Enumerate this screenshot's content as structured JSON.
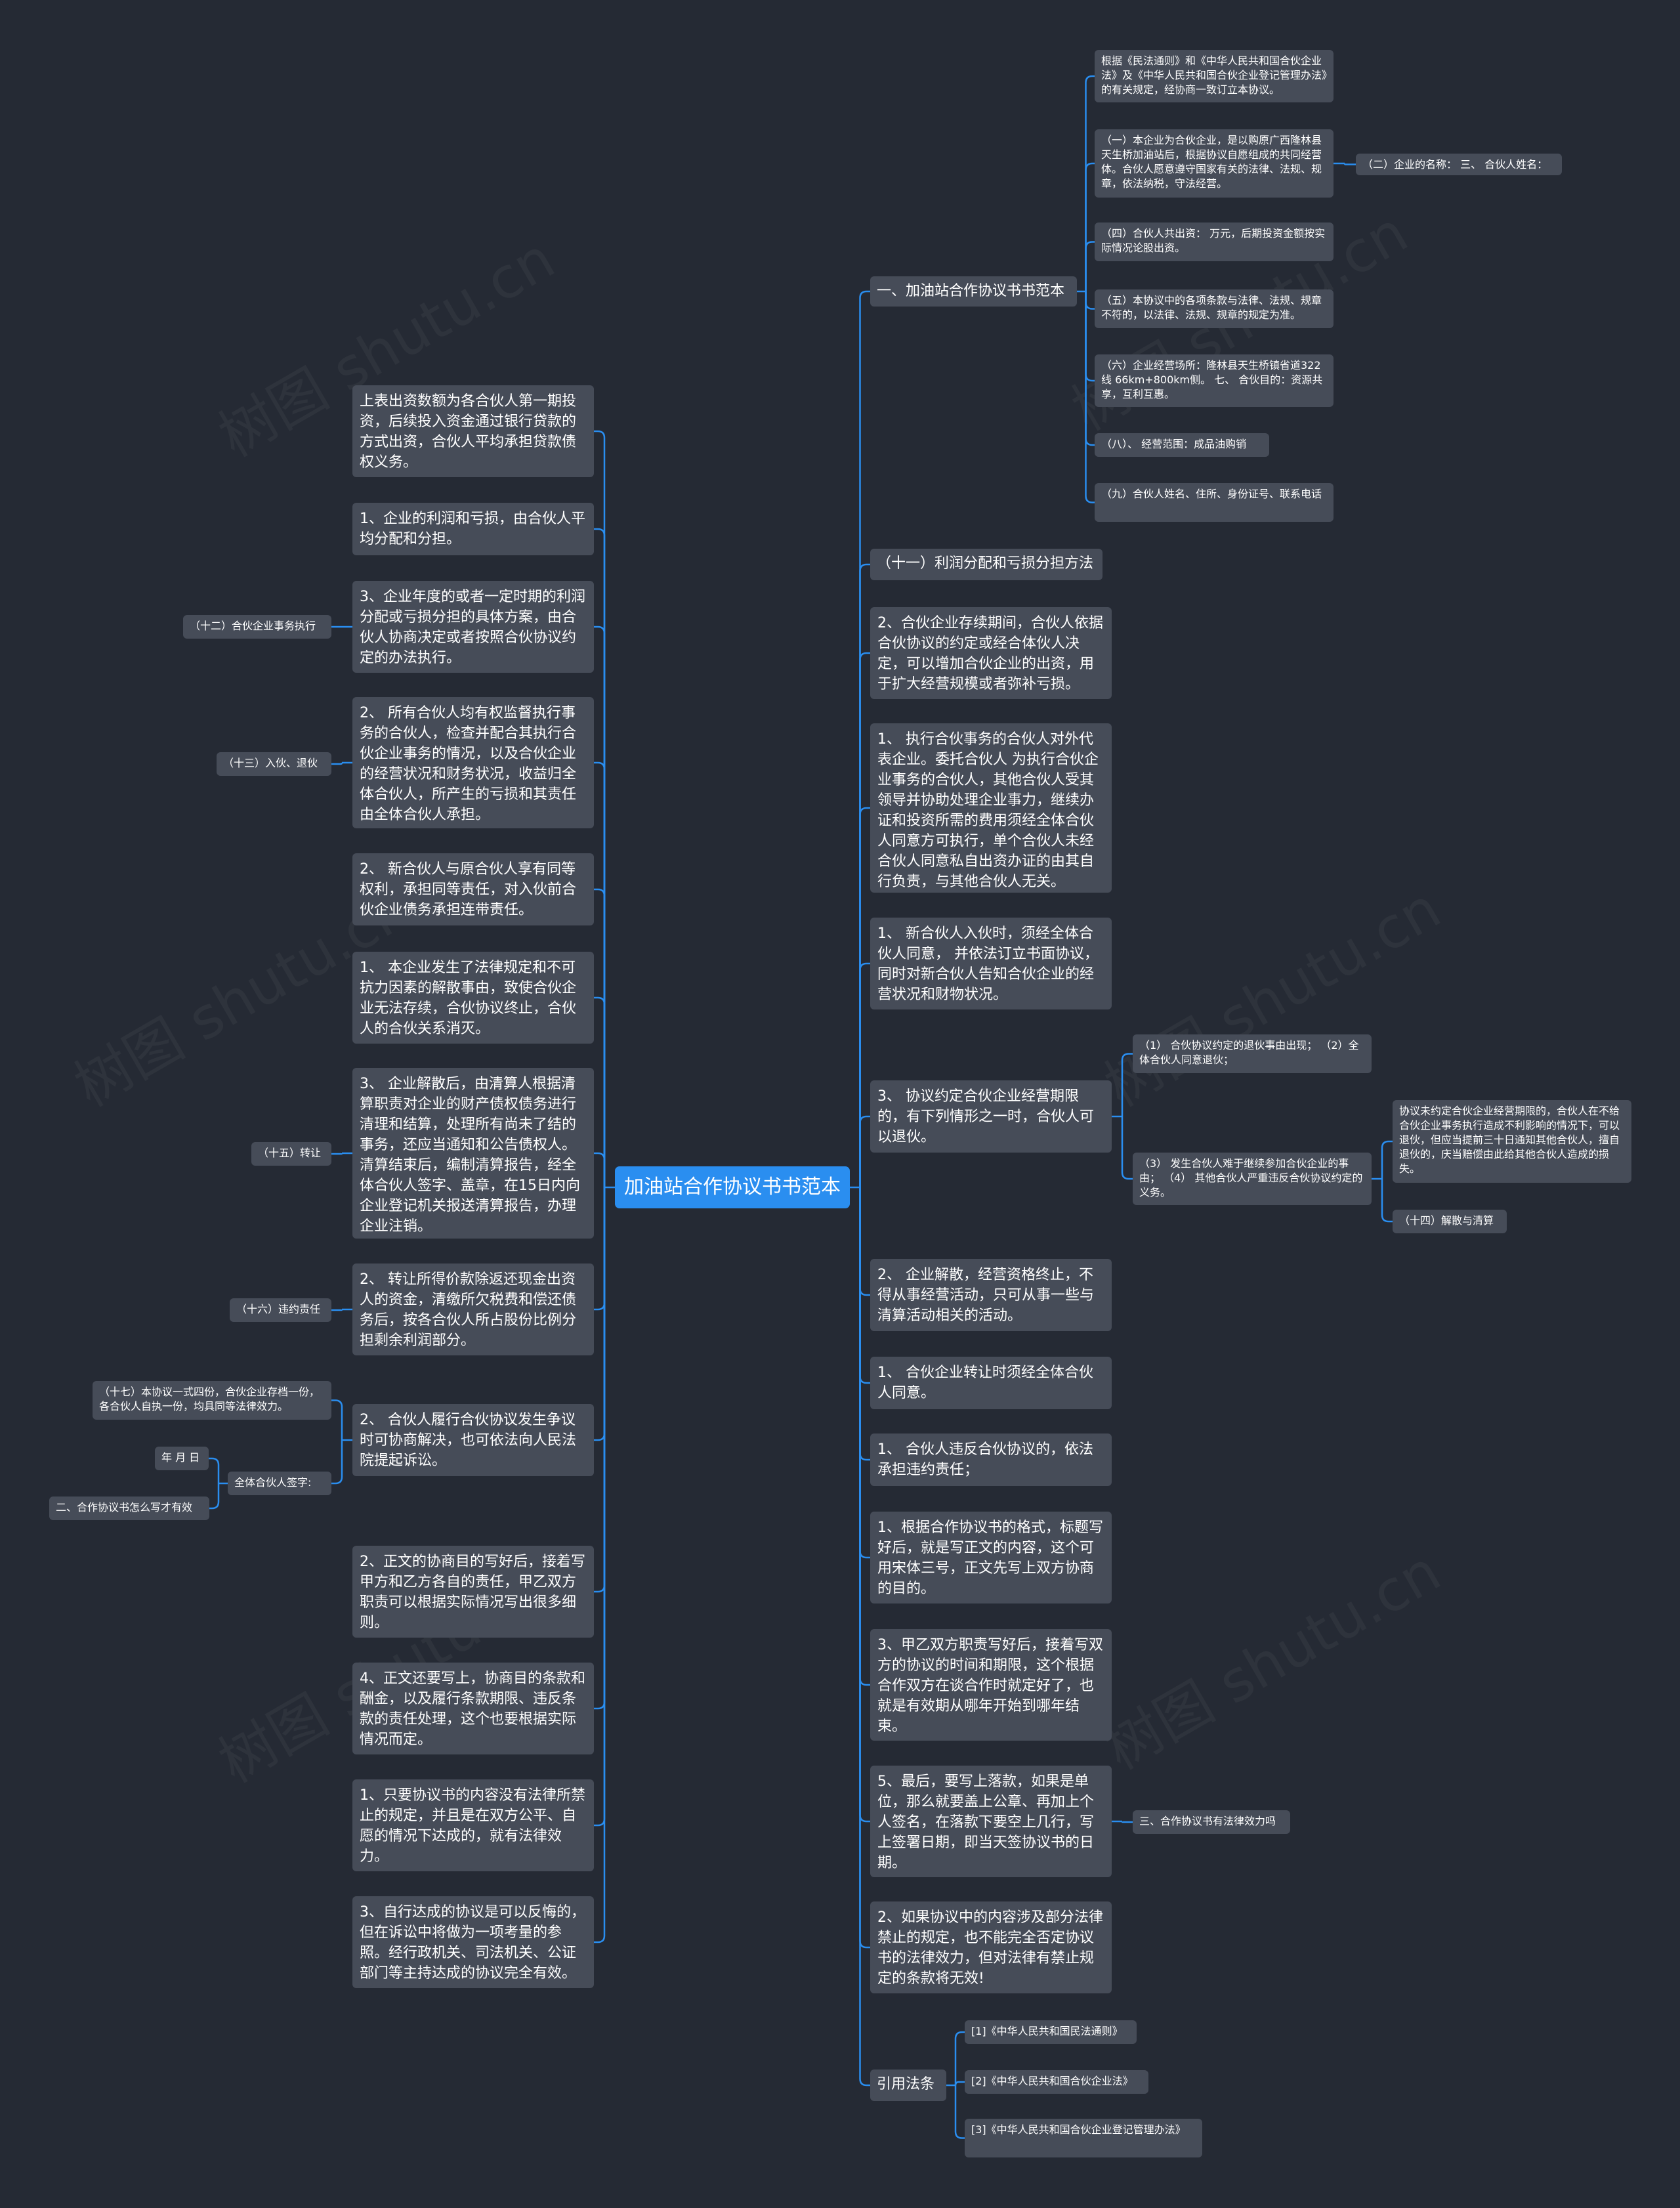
{
  "root": "加油站合作协议书书范本",
  "watermark": "树图 shutu.cn",
  "colors": {
    "background": "#252a34",
    "node": "#464c58",
    "root": "#2a8ef0",
    "line": "#2a8ef0"
  },
  "nodes": [
    {
      "id": "R1",
      "side": "right",
      "text": "一、加油站合作协议书书范本"
    },
    {
      "id": "R1a",
      "parent": "R1",
      "text": "根据《民法通则》和《中华人民共和国合伙企业法》及《中华人民共和国合伙企业登记管理办法》的有关规定，经协商一致订立本协议。"
    },
    {
      "id": "R1b",
      "parent": "R1",
      "text": "（一）本企业为合伙企业，是以购原广西隆林县天生桥加油站后，根据协议自愿组成的共同经营体。合伙人愿意遵守国家有关的法律、法规、规章，依法纳税，守法经营。"
    },
    {
      "id": "R1b1",
      "parent": "R1b",
      "text": "（二）企业的名称： 三、 合伙人姓名："
    },
    {
      "id": "R1c",
      "parent": "R1",
      "text": "（四）合伙人共出资： 万元，后期投资金额按实际情况论股出资。"
    },
    {
      "id": "R1d",
      "parent": "R1",
      "text": "（五）本协议中的各项条款与法律、法规、规章不符的，以法律、法规、规章的规定为准。"
    },
    {
      "id": "R1e",
      "parent": "R1",
      "text": "（六）企业经营场所：隆林县天生桥镇省道322线 66km+800km侧。 七、 合伙目的：资源共享，互利互惠。"
    },
    {
      "id": "R1f",
      "parent": "R1",
      "text": "（八）、 经营范围：成品油购销"
    },
    {
      "id": "R1g",
      "parent": "R1",
      "text": "（九）合伙人姓名、住所、身份证号、联系电话"
    },
    {
      "id": "R2",
      "side": "right",
      "text": "（十一）利润分配和亏损分担方法"
    },
    {
      "id": "R3",
      "side": "right",
      "text": "2、合伙企业存续期间，合伙人依据合伙协议的约定或经合体伙人决定，可以增加合伙企业的出资，用于扩大经营规模或者弥补亏损。"
    },
    {
      "id": "R4",
      "side": "right",
      "text": "1、 执行合伙事务的合伙人对外代表企业。委托合伙人 为执行合伙企业事务的合伙人，其他合伙人受其领导并协助处理企业事力，继续办证和投资所需的费用须经全体合伙人同意方可执行，单个合伙人未经合伙人同意私自出资办证的由其自行负责，与其他合伙人无关。"
    },
    {
      "id": "R5",
      "side": "right",
      "text": "1、 新合伙人入伙时，须经全体合伙人同意， 并依法订立书面协议，同时对新合伙人告知合伙企业的经营状况和财物状况。"
    },
    {
      "id": "R6",
      "side": "right",
      "text": "3、 协议约定合伙企业经营期限的，有下列情形之一时，合伙人可以退伙。"
    },
    {
      "id": "R6a",
      "parent": "R6",
      "text": "（1） 合伙协议约定的退伙事由出现； （2）全体合伙人同意退伙；"
    },
    {
      "id": "R6b",
      "parent": "R6",
      "text": "（3） 发生合伙人难于继续参加合伙企业的事由； （4） 其他合伙人严重违反合伙协议约定的义务。"
    },
    {
      "id": "R6b1",
      "parent": "R6b",
      "text": "协议未约定合伙企业经营期限的，合伙人在不给合伙企业事务执行造成不利影响的情况下，可以退伙，但应当提前三十日通知其他合伙人，擅自退伙的，庆当赔偿由此给其他合伙人造成的损失。"
    },
    {
      "id": "R6b2",
      "parent": "R6b",
      "text": "（十四）解散与清算"
    },
    {
      "id": "R7",
      "side": "right",
      "text": "2、 企业解散，经营资格终止，不得从事经营活动，只可从事一些与清算活动相关的活动。"
    },
    {
      "id": "R8",
      "side": "right",
      "text": "1、 合伙企业转让时须经全体合伙人同意。"
    },
    {
      "id": "R9",
      "side": "right",
      "text": "1、 合伙人违反合伙协议的，依法承担违约责任；"
    },
    {
      "id": "R10",
      "side": "right",
      "text": "1、根据合作协议书的格式，标题写好后，就是写正文的内容，这个可用宋体三号，正文先写上双方协商的目的。"
    },
    {
      "id": "R11",
      "side": "right",
      "text": "3、甲乙双方职责写好后，接着写双方的协议的时间和期限，这个根据合作双方在谈合作时就定好了，也就是有效期从哪年开始到哪年结束。"
    },
    {
      "id": "R12",
      "side": "right",
      "text": "5、最后，要写上落款，如果是单位，那么就要盖上公章、再加上个人签名，在落款下要空上几行，写上签署日期，即当天签协议书的日期。"
    },
    {
      "id": "R12a",
      "parent": "R12",
      "text": "三、合作协议书有法律效力吗"
    },
    {
      "id": "R13",
      "side": "right",
      "text": "2、如果协议中的内容涉及部分法律禁止的规定，也不能完全否定协议书的法律效力，但对法律有禁止规定的条款将无效!"
    },
    {
      "id": "R14",
      "side": "right",
      "text": "引用法条"
    },
    {
      "id": "R14a",
      "parent": "R14",
      "text": "[1]《中华人民共和国民法通则》"
    },
    {
      "id": "R14b",
      "parent": "R14",
      "text": "[2]《中华人民共和国合伙企业法》"
    },
    {
      "id": "R14c",
      "parent": "R14",
      "text": "[3]《中华人民共和国合伙企业登记管理办法》"
    },
    {
      "id": "L1",
      "side": "left",
      "text": "上表出资数额为各合伙人第一期投资，后续投入资金通过银行贷款的方式出资，合伙人平均承担贷款债权义务。"
    },
    {
      "id": "L2",
      "side": "left",
      "text": "1、企业的利润和亏损，由合伙人平均分配和分担。"
    },
    {
      "id": "L3",
      "side": "left",
      "text": "3、企业年度的或者一定时期的利润分配或亏损分担的具体方案，由合伙人协商决定或者按照合伙协议约定的办法执行。"
    },
    {
      "id": "L3a",
      "parent": "L3",
      "text": "（十二）合伙企业事务执行"
    },
    {
      "id": "L4",
      "side": "left",
      "text": "2、 所有合伙人均有权监督执行事务的合伙人，检查并配合其执行合伙企业事务的情况，以及合伙企业的经营状况和财务状况，收益归全体合伙人，所产生的亏损和其责任由全体合伙人承担。"
    },
    {
      "id": "L4a",
      "parent": "L4",
      "text": "（十三）入伙、退伙"
    },
    {
      "id": "L5",
      "side": "left",
      "text": "2、 新合伙人与原合伙人享有同等权利，承担同等责任，对入伙前合伙企业债务承担连带责任。"
    },
    {
      "id": "L6",
      "side": "left",
      "text": "1、 本企业发生了法律规定和不可抗力因素的解散事由，致使合伙企业无法存续，合伙协议终止，合伙人的合伙关系消灭。"
    },
    {
      "id": "L7",
      "side": "left",
      "text": "3、 企业解散后，由清算人根据清算职责对企业的财产债权债务进行清理和结算，处理所有尚未了结的事务，还应当通知和公告债权人。清算结束后，编制清算报告，经全体合伙人签字、盖章，在15日内向企业登记机关报送清算报告，办理企业注销。"
    },
    {
      "id": "L7a",
      "parent": "L7",
      "text": "（十五）转让"
    },
    {
      "id": "L8",
      "side": "left",
      "text": "2、 转让所得价款除返还现金出资人的资金，清缴所欠税费和偿还债务后，按各合伙人所占股份比例分担剩余利润部分。"
    },
    {
      "id": "L8a",
      "parent": "L8",
      "text": "（十六）违约责任"
    },
    {
      "id": "L9",
      "side": "left",
      "text": "2、 合伙人履行合伙协议发生争议时可协商解决，也可依法向人民法院提起诉讼。"
    },
    {
      "id": "L9a",
      "parent": "L9",
      "text": "（十七）本协议一式四份，合伙企业存档一份，各合伙人自执一份，均具同等法律效力。"
    },
    {
      "id": "L9b",
      "parent": "L9",
      "text": "全体合伙人签字:"
    },
    {
      "id": "L9b1",
      "parent": "L9b",
      "text": "年 月 日"
    },
    {
      "id": "L9b2",
      "parent": "L9b",
      "text": "二、合作协议书怎么写才有效"
    },
    {
      "id": "L10",
      "side": "left",
      "text": "2、正文的协商目的写好后，接着写甲方和乙方各自的责任，甲乙双方职责可以根据实际情况写出很多细则。"
    },
    {
      "id": "L11",
      "side": "left",
      "text": "4、正文还要写上，协商目的条款和酬金，以及履行条款期限、违反条款的责任处理，这个也要根据实际情况而定。"
    },
    {
      "id": "L12",
      "side": "left",
      "text": "1、只要协议书的内容没有法律所禁止的规定，并且是在双方公平、自愿的情况下达成的，就有法律效力。"
    },
    {
      "id": "L13",
      "side": "left",
      "text": "3、自行达成的协议是可以反悔的，但在诉讼中将做为一项考量的参照。经行政机关、司法机关、公证部门等主持达成的协议完全有效。"
    }
  ]
}
